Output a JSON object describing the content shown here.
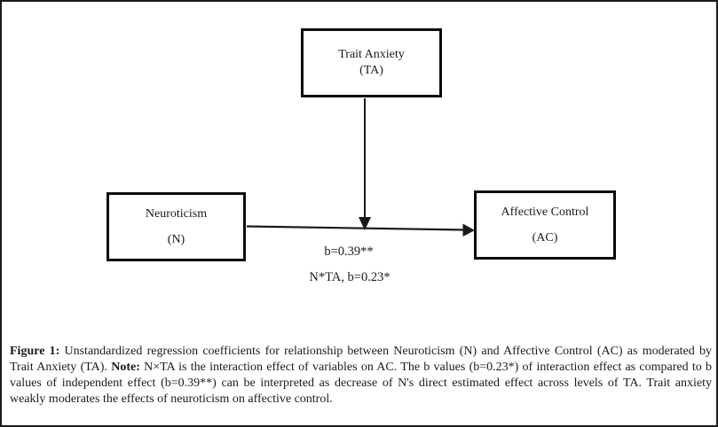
{
  "diagram": {
    "boxes": {
      "trait_anxiety": {
        "line1": "Trait Anxiety",
        "line2": "(TA)"
      },
      "neuroticism": {
        "line1": "Neuroticism",
        "line2": "(N)"
      },
      "affective_control": {
        "line1": "Affective Control",
        "line2": "(AC)"
      }
    },
    "labels": {
      "direct_effect": "b=0.39**",
      "interaction_effect": "N*TA, b=0.23*"
    }
  },
  "caption": {
    "figure_label": "Figure 1:",
    "segment_1": " Unstandardized regression coefficients for relationship between Neuroticism (N) and Affective Control (AC) as moderated by Trait Anxiety (TA). ",
    "note_label": "Note:",
    "segment_2": " N×TA is the interaction effect of variables on AC. The b values (b=0.23*) of interaction effect as compared to b values of independent effect (b=0.39**) can be interpreted as decrease of N's direct estimated effect across levels of TA. Trait anxiety weakly moderates the effects of neuroticism on affective control."
  },
  "colors": {
    "page_border": "#1b1b1b",
    "box_border": "#0a0a0a",
    "arrow": "#1a1a1a",
    "text": "#1b1b1b",
    "background": "#ffffff"
  }
}
